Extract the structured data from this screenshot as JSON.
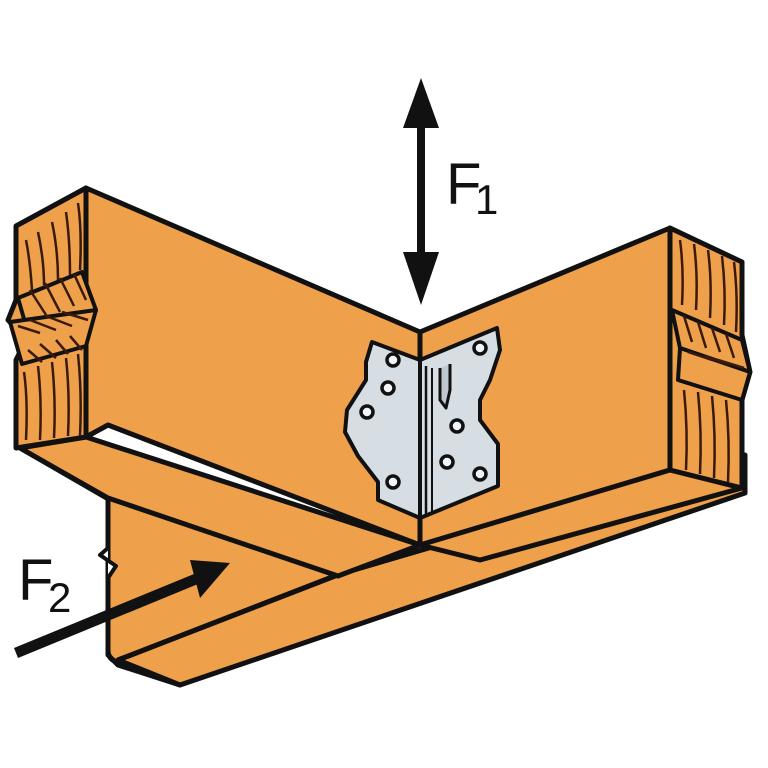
{
  "diagram": {
    "title": "Framing angle connector joining two joists over a beam",
    "colors": {
      "wood": "#EFA04B",
      "wood_dark": "#E69540",
      "outline": "#111111",
      "grain": "#3A1A0E",
      "metal": "#D6DEE4",
      "metal_edge": "#F2F5F7",
      "background": "#FFFFFF"
    },
    "labels": {
      "f1_main": "F",
      "f1_sub": "1",
      "f2_main": "F",
      "f2_sub": "2"
    },
    "forces": [
      {
        "id": "F1",
        "direction": "vertical, bidirectional (up/down)"
      },
      {
        "id": "F2",
        "direction": "lateral, pointing into beam"
      }
    ],
    "components": [
      {
        "name": "left-joist"
      },
      {
        "name": "right-joist"
      },
      {
        "name": "support-beam"
      },
      {
        "name": "framing-angle-connector"
      }
    ]
  }
}
